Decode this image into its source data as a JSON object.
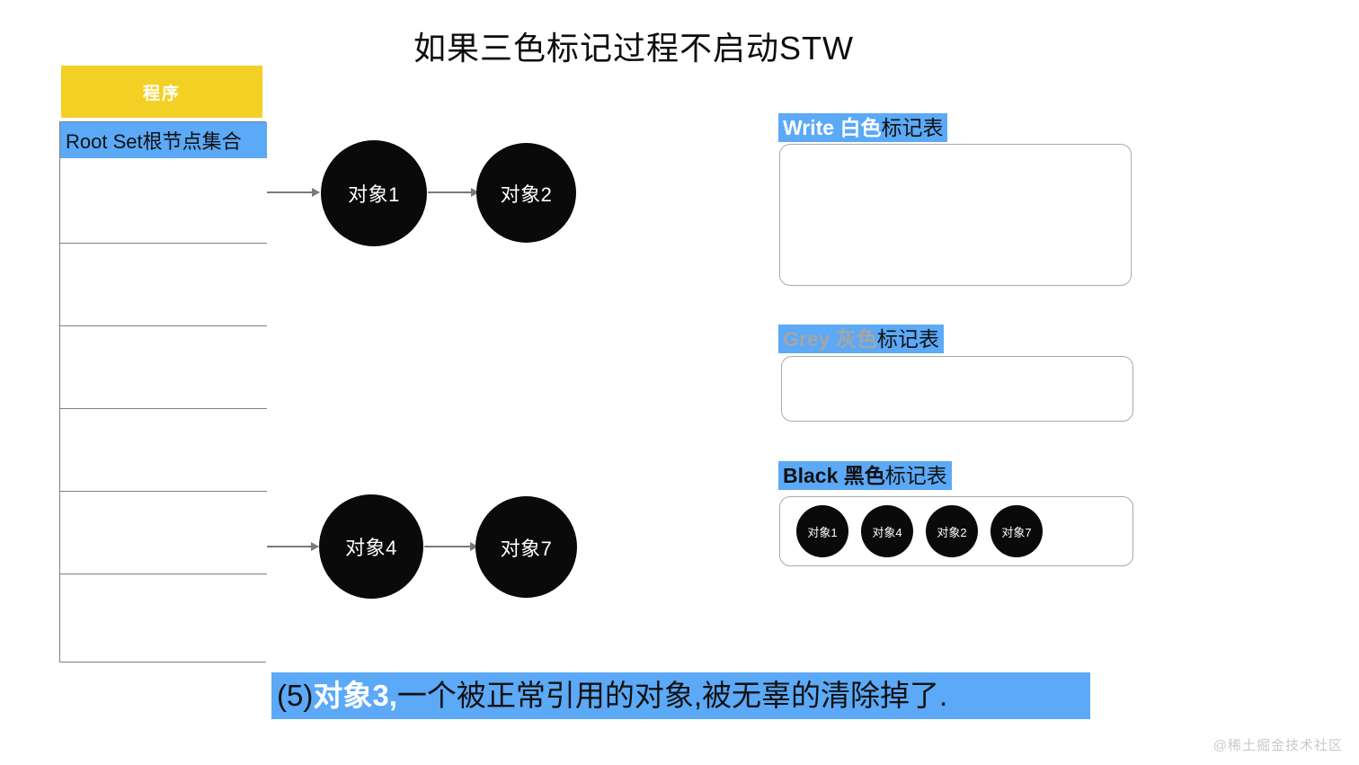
{
  "page": {
    "title": "如果三色标记过程不启动STW",
    "watermark": "@稀土掘金技术社区",
    "colors": {
      "highlight_blue": "#5BA9F7",
      "program_yellow": "#F2D024",
      "node_black": "#0A0A0A",
      "border_grey": "#7F7F7F",
      "grey_text": "#A5A5A5"
    }
  },
  "program_table": {
    "header_label": "程序",
    "root_row_label": "Root Set根节点集合",
    "empty_row_count": 6,
    "rows": [
      {
        "label": "",
        "has_arrow": true
      },
      {
        "label": "",
        "has_arrow": false
      },
      {
        "label": "",
        "has_arrow": false
      },
      {
        "label": "",
        "has_arrow": false
      },
      {
        "label": "",
        "has_arrow": true
      },
      {
        "label": "",
        "has_arrow": false
      }
    ]
  },
  "graph": {
    "chains": [
      {
        "from": "对象1",
        "to": "对象2"
      },
      {
        "from": "对象4",
        "to": "对象7"
      }
    ],
    "nodes": {
      "n1": "对象1",
      "n2": "对象2",
      "n4": "对象4",
      "n7": "对象7"
    }
  },
  "mark_tables": [
    {
      "id": "white",
      "label_en": "Write",
      "label_cn": "白色",
      "label_tail": "标记表",
      "items": []
    },
    {
      "id": "grey",
      "label_en": "Grey",
      "label_cn": "灰色",
      "label_tail": "标记表",
      "items": []
    },
    {
      "id": "black",
      "label_en": "Black",
      "label_cn": "黑色",
      "label_tail": "标记表",
      "items": [
        "对象1",
        "对象4",
        "对象2",
        "对象7"
      ]
    }
  ],
  "caption": {
    "number": "(5) ",
    "bold": "对象3,",
    "rest": "一个被正常引用的对象,被无辜的清除掉了."
  }
}
